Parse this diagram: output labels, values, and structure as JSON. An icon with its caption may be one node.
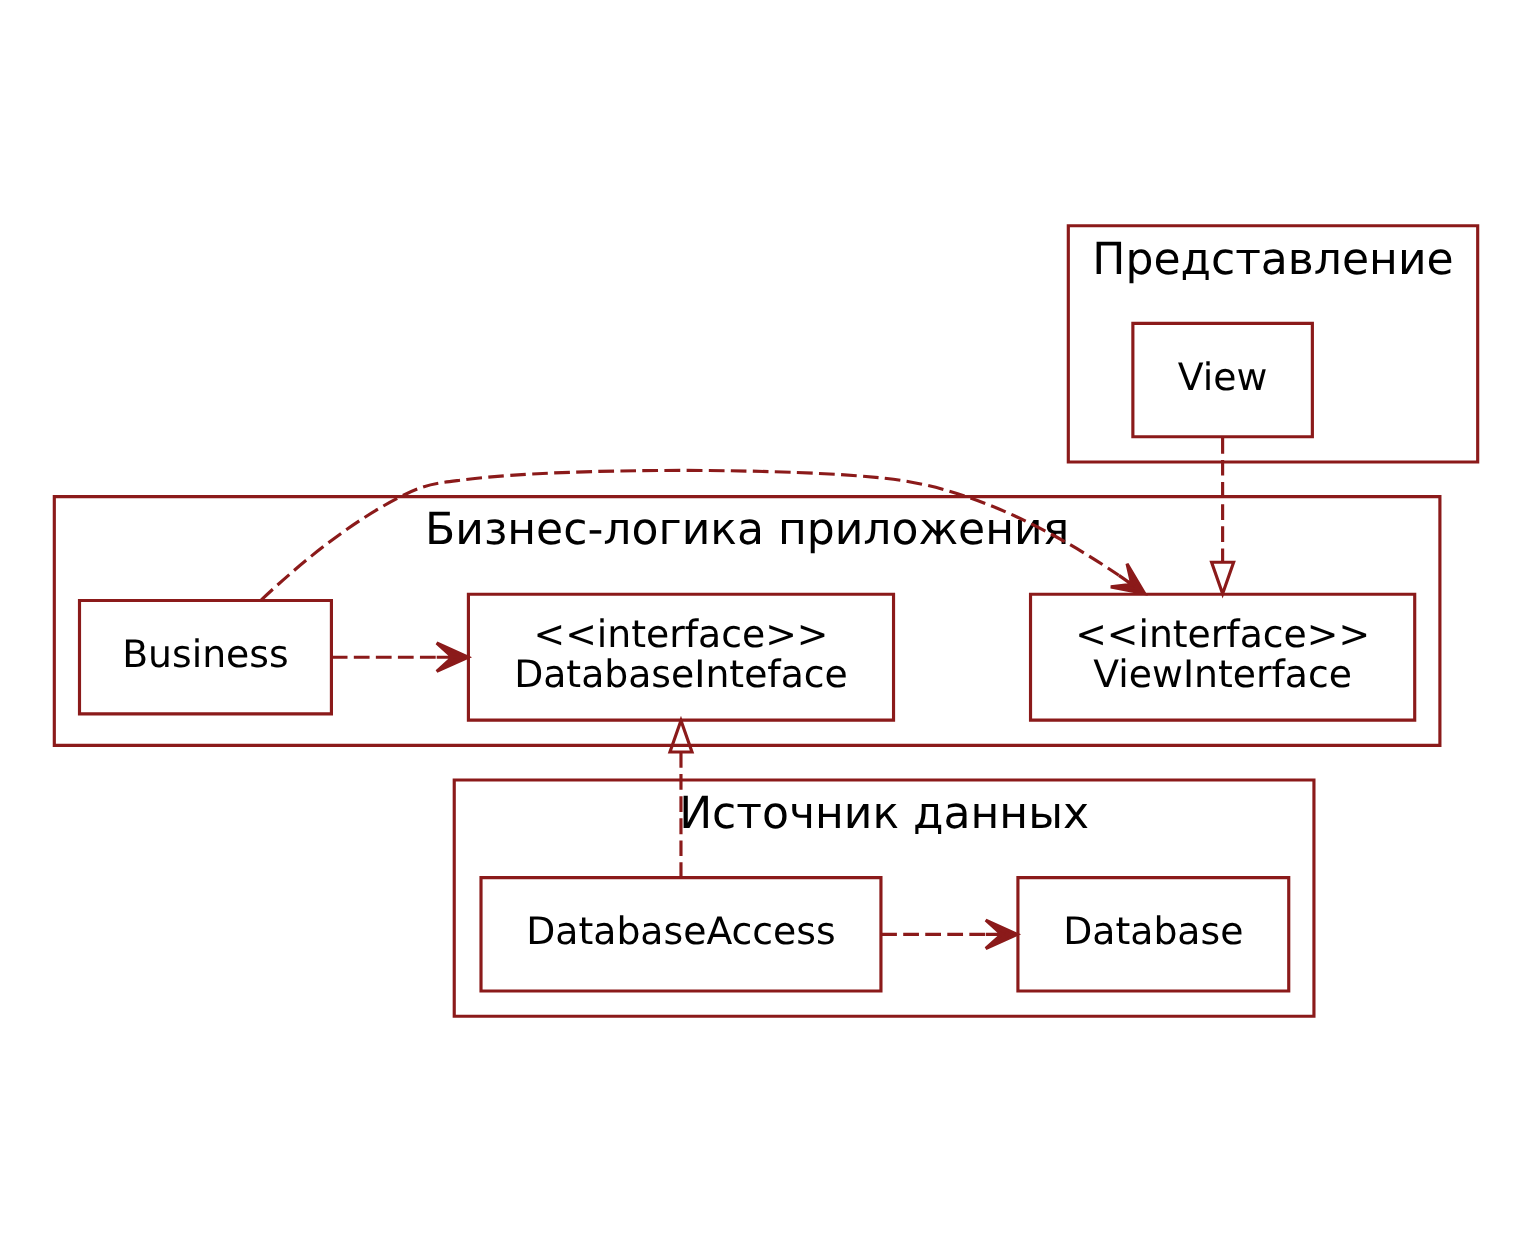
{
  "diagram": {
    "nodes": [
      {
        "text": [
          "Представление"
        ]
      },
      {
        "text": [
          "View"
        ],
        "in": 0
      },
      {
        "text": [
          "Бизнес-логика приложения"
        ]
      },
      {
        "text": [
          "<<interface>>",
          "ViewInterface"
        ],
        "in": 2
      },
      {
        "text": [
          "Business"
        ],
        "in": 2
      },
      {
        "text": [
          "<<interface>>",
          "DatabaseInteface"
        ],
        "in": 2
      },
      {
        "text": [
          "Источник данных"
        ]
      },
      {
        "text": [
          "Database"
        ],
        "in": 6
      },
      {
        "text": [
          "DatabaseAccess"
        ],
        "in": 6
      }
    ],
    "edges": [
      {
        "from": 1,
        "to": 3,
        "arrow": "to",
        "style": "dashed"
      },
      {
        "from": 4,
        "to": 3,
        "arrow": "to",
        "style": "dashed"
      },
      {
        "from": 4,
        "to": 5,
        "arrow": "to",
        "style": "dashed"
      },
      {
        "from": 8,
        "to": 5,
        "arrow": "to",
        "style": "dashed"
      },
      {
        "from": 8,
        "to": 7,
        "arrow": "to",
        "style": "dashed"
      }
    ]
  }
}
